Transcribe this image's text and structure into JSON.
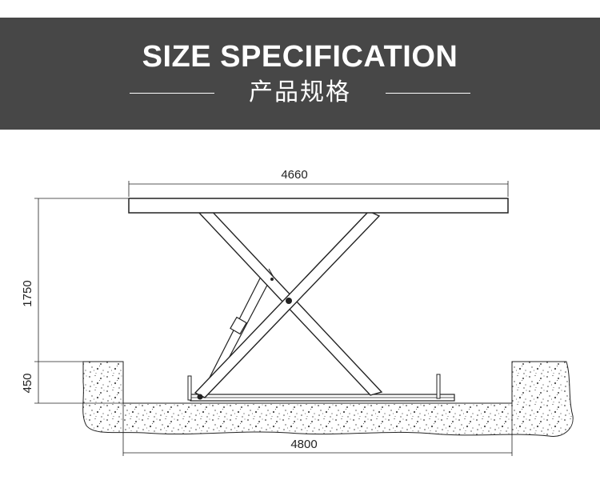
{
  "header": {
    "title_en": "SIZE SPECIFICATION",
    "title_cn": "产品规格"
  },
  "dimensions": {
    "platform_length": "4660",
    "max_height": "1750",
    "pit_depth": "450",
    "pit_length": "4800"
  },
  "colors": {
    "header_band": "#474747",
    "line": "#222222",
    "concrete_dots": "#444444"
  }
}
